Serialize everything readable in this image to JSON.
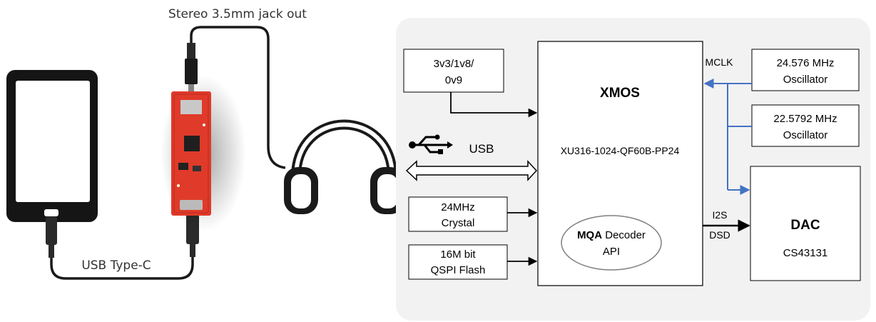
{
  "left": {
    "jack_label": "Stereo 3.5mm jack out",
    "usb_label": "USB Type-C"
  },
  "diagram": {
    "power_box": [
      "3v3/1v8/",
      "0v9"
    ],
    "xmos_title": "XMOS",
    "xmos_part": "XU316-1024-QF60B-PP24",
    "usb_label": "USB",
    "crystal_box": [
      "24MHz",
      "Crystal"
    ],
    "flash_box": [
      "16M bit",
      "QSPI Flash"
    ],
    "mqa_bold": "MQA",
    "mqa_rest": " Decoder",
    "mqa_api": "API",
    "mclk_label": "MCLK",
    "osc1": [
      "24.576 MHz",
      "Oscillator"
    ],
    "osc2": [
      "22.5792 MHz",
      "Oscillator"
    ],
    "i2s_label": "I2S",
    "dsd_label": "DSD",
    "dac_title": "DAC",
    "dac_part": "CS43131"
  },
  "colors": {
    "panel_bg": "#f2f2f2",
    "clock_line": "#4472c4",
    "board_red": "#e03a2a"
  }
}
